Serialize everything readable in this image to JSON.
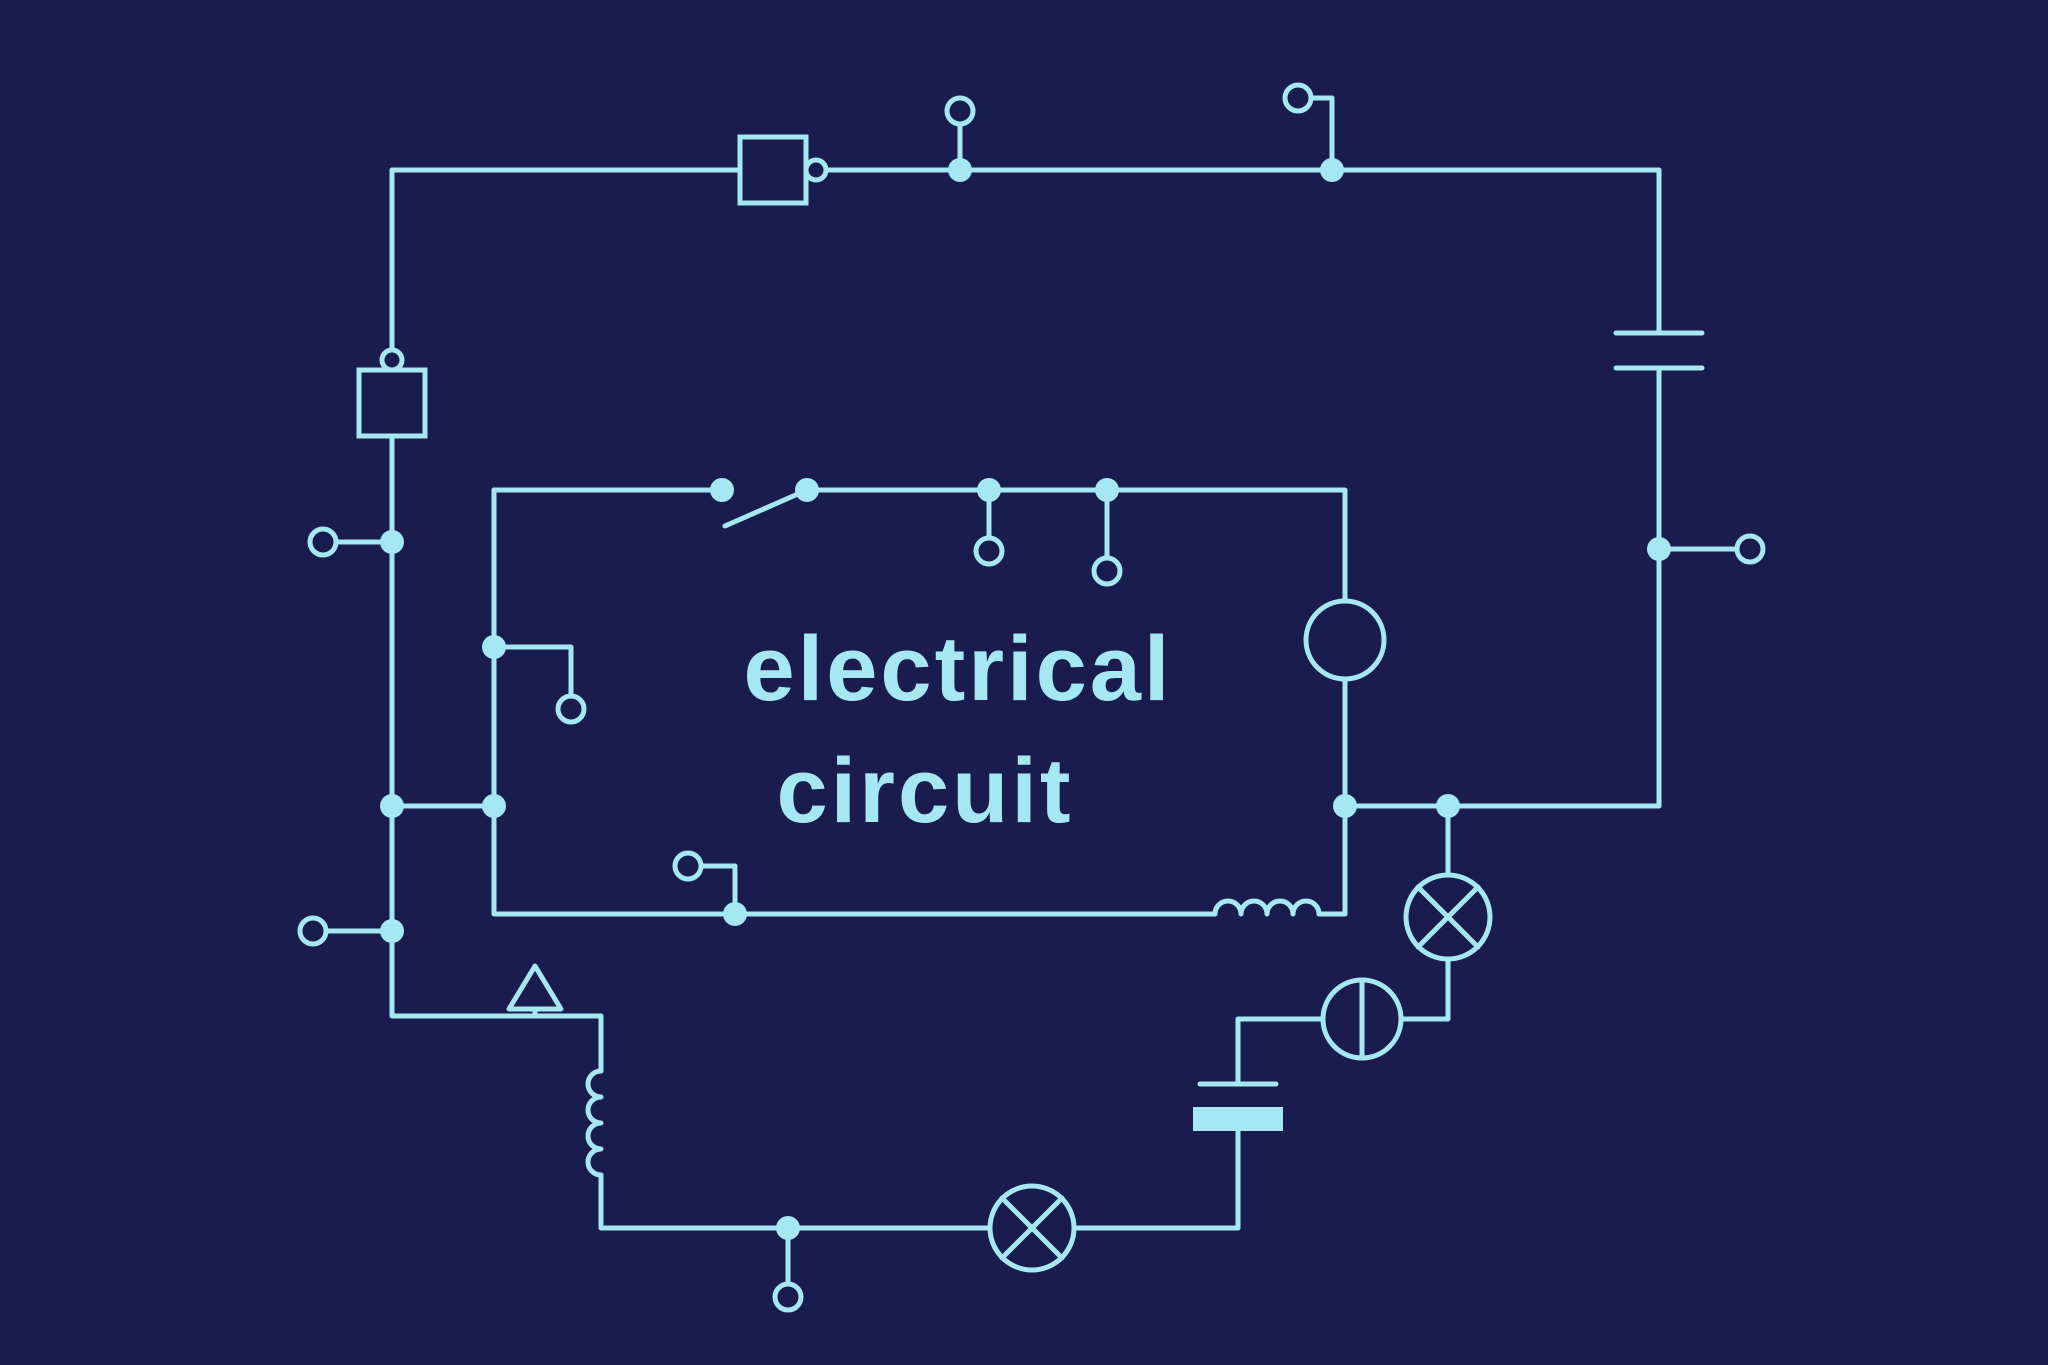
{
  "title": {
    "line1": "electrical",
    "line2": "circuit"
  },
  "colors": {
    "background": "#1a1c4e",
    "line": "#a5e8f4"
  },
  "components": {
    "top_gate": "logic-box-with-bubble",
    "left_gate": "logic-box-with-bubble",
    "capacitor": "parallel-plate-capacitor",
    "switch": "open-switch-blade",
    "round_meter": "plain-circle-meter",
    "round_meter_vertical": "circle-meter-vertical-bar",
    "lamp": "circle-with-cross",
    "inductor": "coil-4-turns",
    "battery": "battery-cell-thick-thin-plate",
    "fuse": "triangle-marker",
    "terminal": "open-circle-terminal",
    "junction": "filled-junction-dot"
  }
}
